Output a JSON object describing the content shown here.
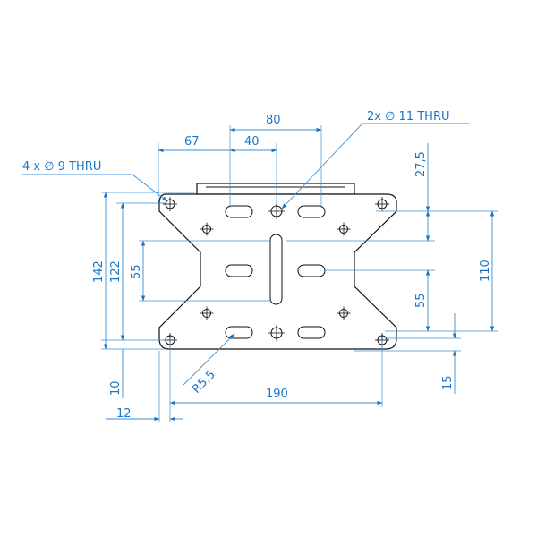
{
  "callouts": {
    "holes_9": "4 x ∅ 9 THRU",
    "holes_11": "2x ∅ 11 THRU",
    "radius": "R5,5"
  },
  "dimensions": {
    "d67": "67",
    "d80": "80",
    "d40": "40",
    "d27_5": "27,5",
    "d142": "142",
    "d122": "122",
    "d55_left": "55",
    "d110": "110",
    "d55_right": "55",
    "d15": "15",
    "d10": "10",
    "d12": "12",
    "d190": "190"
  },
  "colors": {
    "dimension": "#1a75c7",
    "outline": "#111111"
  }
}
